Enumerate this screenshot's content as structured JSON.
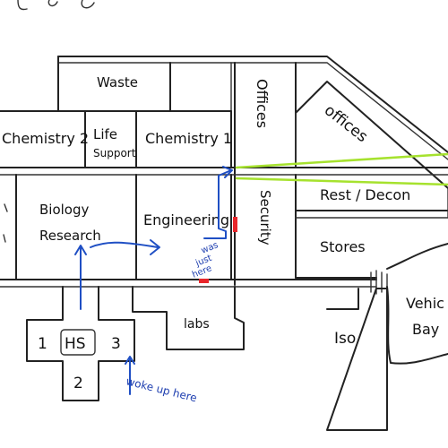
{
  "rooms": {
    "waste": "Waste",
    "offices_top": "Offices",
    "offices_diag": "offices",
    "chemistry_2": "Chemistry 2",
    "life_support_1": "Life",
    "life_support_2": "Support",
    "chemistry_1": "Chemistry 1",
    "rest_decon": "Rest / Decon",
    "biology_1": "Biology",
    "biology_2": "Research",
    "engineering": "Engineering",
    "security": "Security",
    "stores": "Stores",
    "labs": "labs",
    "iso": "Iso",
    "vehicle_1": "Vehic",
    "vehicle_2": "Bay",
    "hs": "HS",
    "hs_1": "1",
    "hs_2": "2",
    "hs_3": "3"
  },
  "annotations": {
    "was_just_here_1": "was",
    "was_just_here_2": "just",
    "was_just_here_3": "here",
    "woke_up_here": "woke up here"
  },
  "colors": {
    "ink": "#222222",
    "route": "#1f4fc4",
    "marker": "#e8262b",
    "green_line": "#a6e22e",
    "background": "#ffffff"
  }
}
